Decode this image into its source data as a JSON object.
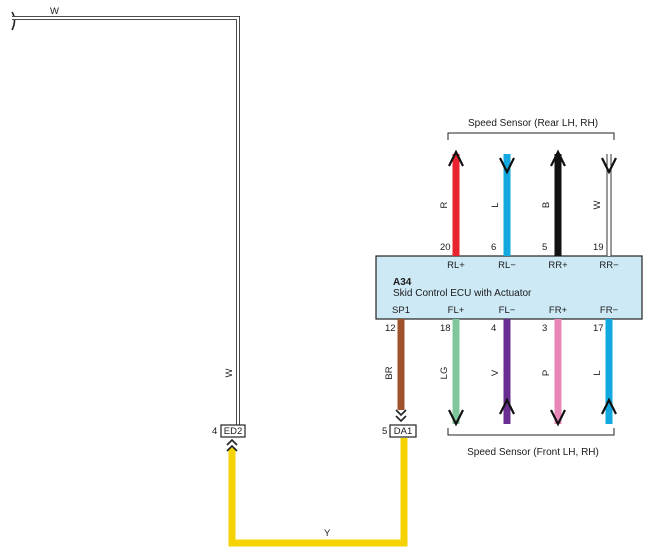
{
  "top_wire": {
    "label": "W"
  },
  "ecu": {
    "id": "A34",
    "name": "Skid Control ECU with Actuator",
    "fill": "#cde9f6",
    "top_pins": [
      {
        "num": "20",
        "term": "RL+",
        "wire": "R",
        "color": "#e8222e",
        "arrow": "up"
      },
      {
        "num": "6",
        "term": "RL−",
        "wire": "L",
        "color": "#12a9e0",
        "arrow": "down"
      },
      {
        "num": "5",
        "term": "RR+",
        "wire": "B",
        "color": "#111111",
        "arrow": "up"
      },
      {
        "num": "19",
        "term": "RR−",
        "wire": "W",
        "color": "#ffffff",
        "arrow": "down"
      }
    ],
    "bottom_pins": [
      {
        "num": "12",
        "term": "SP1",
        "wire": "BR",
        "color": "#a0522d",
        "arrow": "none"
      },
      {
        "num": "18",
        "term": "FL+",
        "wire": "LG",
        "color": "#7fc79a",
        "arrow": "down"
      },
      {
        "num": "4",
        "term": "FL−",
        "wire": "V",
        "color": "#6a2d91",
        "arrow": "up"
      },
      {
        "num": "3",
        "term": "FR+",
        "wire": "P",
        "color": "#e986b8",
        "arrow": "down"
      },
      {
        "num": "17",
        "term": "FR−",
        "wire": "L",
        "color": "#12a9e0",
        "arrow": "up"
      }
    ]
  },
  "rear_sensor_label": "Speed Sensor (Rear LH,  RH)",
  "front_sensor_label": "Speed Sensor (Front LH,  RH)",
  "connectors": [
    {
      "pin": "4",
      "name": "ED2"
    },
    {
      "pin": "5",
      "name": "DA1"
    }
  ],
  "vertical_w_label": "W",
  "bottom_wire": {
    "label": "Y",
    "color": "#f5d300"
  }
}
